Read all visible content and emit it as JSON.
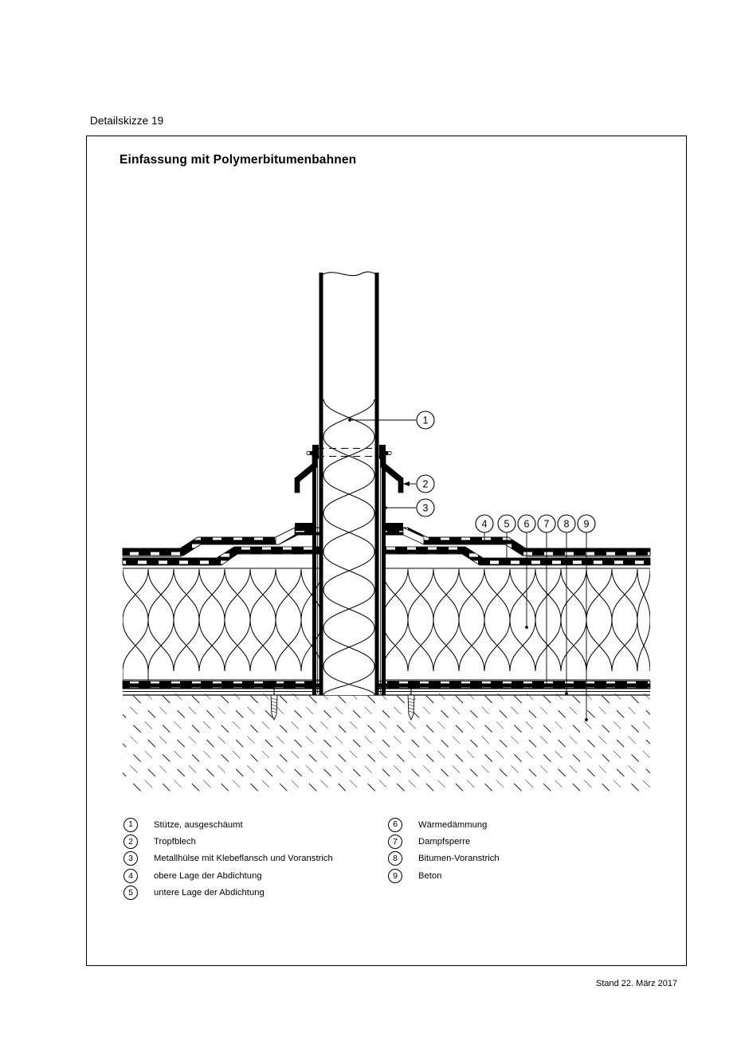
{
  "sheet": {
    "label": "Detailskizze 19",
    "title": "Einfassung mit Polymerbitumenbahnen",
    "date": "Stand 22. März 2017"
  },
  "legend": {
    "left": [
      {
        "num": "1",
        "text": "Stütze, ausgeschäumt"
      },
      {
        "num": "2",
        "text": "Tropfblech"
      },
      {
        "num": "3",
        "text": "Metallhülse mit Klebeflansch und Voranstrich"
      },
      {
        "num": "4",
        "text": "obere Lage der Abdichtung"
      },
      {
        "num": "5",
        "text": "untere Lage der Abdichtung"
      }
    ],
    "right": [
      {
        "num": "6",
        "text": "Wärmedämmung"
      },
      {
        "num": "7",
        "text": "Dampfsperre"
      },
      {
        "num": "8",
        "text": "Bitumen-Voranstrich"
      },
      {
        "num": "9",
        "text": "Beton"
      }
    ]
  },
  "callouts": [
    {
      "num": "1",
      "target": "column-foam-fill"
    },
    {
      "num": "2",
      "target": "drip-plate"
    },
    {
      "num": "3",
      "target": "metal-sleeve"
    },
    {
      "num": "4",
      "target": "upper-waterproofing-layer"
    },
    {
      "num": "5",
      "target": "lower-waterproofing-layer"
    },
    {
      "num": "6",
      "target": "thermal-insulation"
    },
    {
      "num": "7",
      "target": "vapour-barrier"
    },
    {
      "num": "8",
      "target": "bitumen-primer"
    },
    {
      "num": "9",
      "target": "concrete-slab"
    }
  ],
  "colors": {
    "ink": "#000000",
    "paper": "#ffffff"
  }
}
